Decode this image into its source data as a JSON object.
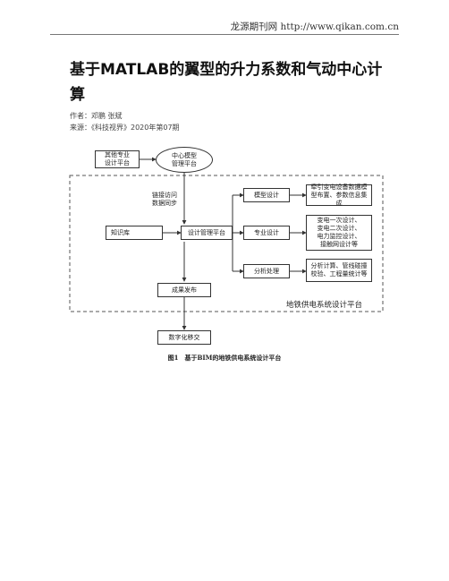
{
  "header": {
    "link_text": "龙源期刊网 http://www.qikan.com.cn"
  },
  "article": {
    "title": "基于MATLAB的翼型的升力系数和气动中心计算",
    "author_line": "作者：邓鹏 张斌",
    "source_line": "来源：《科技视界》2020年第07期"
  },
  "figure": {
    "nodes": {
      "other_platform": "其他专业\n设计平台",
      "central_model": "中心模型\n管理平台",
      "knowledge_base": "知识库",
      "design_mgmt": "设计管理平台",
      "model_design": "模型设计",
      "model_design_desc": "牵引变电设备数据模型布置、参数信息集成",
      "pro_design": "专业设计",
      "pro_design_desc": "变电一次设计、\n变电二次设计、\n电力监控设计、\n接触网设计等",
      "analysis": "分析处理",
      "analysis_desc": "分析计算、管线碰撞校验、工程量统计等",
      "results": "成果发布",
      "digital_delivery": "数字化移交"
    },
    "edge_label": "链接访问\n数据同步",
    "platform_label": "地铁供电系统设计平台",
    "caption": "图1　基于BIM的地铁供电系统设计平台"
  }
}
